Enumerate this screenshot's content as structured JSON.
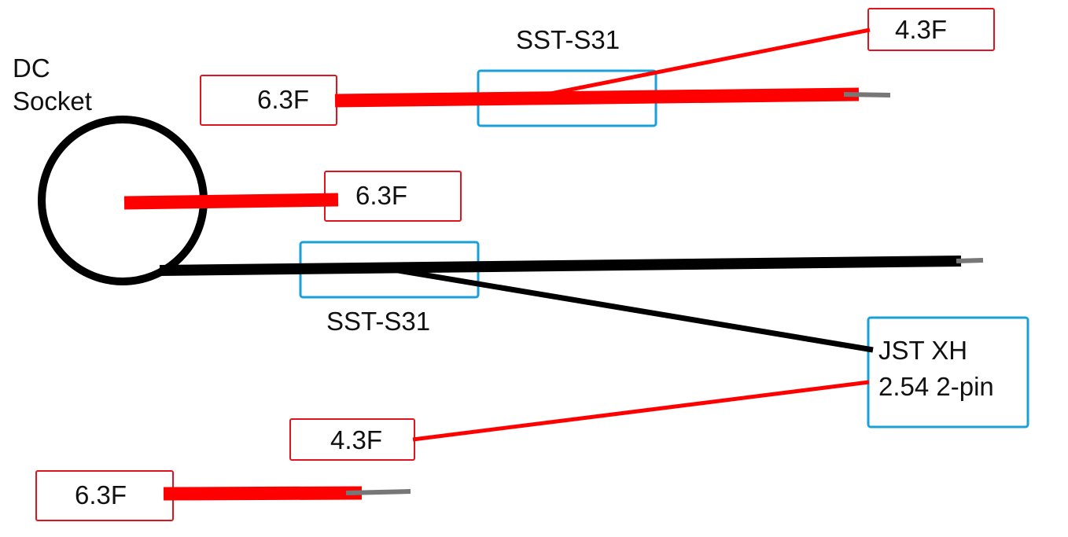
{
  "diagram": {
    "dc_socket_label_line1": "DC",
    "dc_socket_label_line2": "Socket",
    "switch_top_label": "SST-S31",
    "switch_bottom_label": "SST-S31",
    "connector_label_line1": "JST XH",
    "connector_label_line2": "2.54 2-pin",
    "cap_top_left": "6.3F",
    "cap_top_right": "4.3F",
    "cap_middle": "6.3F",
    "cap_bottom_middle": "4.3F",
    "cap_bottom_left": "6.3F"
  },
  "colors": {
    "red_wire": "#ff0000",
    "black_wire": "#000000",
    "cap_box_border": "#e0141e",
    "switch_box_border": "#1aa0d8",
    "tinned_tip": "#777777"
  }
}
